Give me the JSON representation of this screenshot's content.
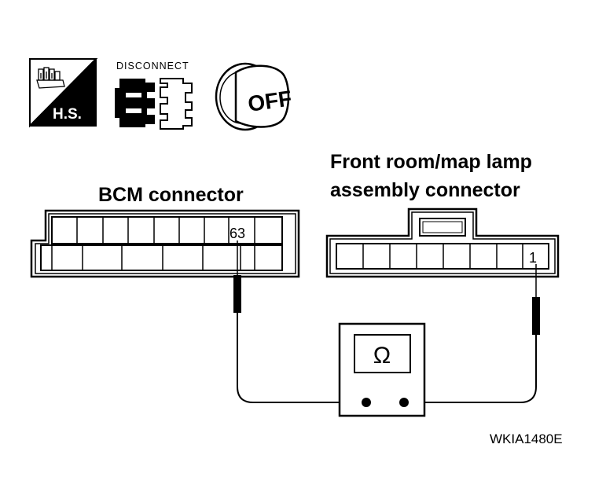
{
  "icons": {
    "hs_label": "H.S.",
    "disconnect_label": "DISCONNECT",
    "off_label": "OFF"
  },
  "bcm": {
    "title": "BCM connector",
    "pin": "63"
  },
  "lamp": {
    "title_line1": "Front room/map lamp",
    "title_line2": "assembly connector",
    "pin": "1"
  },
  "meter": {
    "symbol": "Ω"
  },
  "figure_id": "WKIA1480E"
}
